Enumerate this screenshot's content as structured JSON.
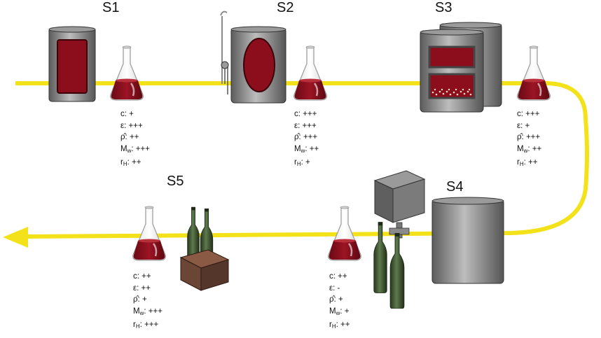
{
  "stages": [
    {
      "id": "S1",
      "label": "S1",
      "props": {
        "c": "+",
        "e": "+++",
        "rho": "++",
        "mw": "+++",
        "rh": "++"
      }
    },
    {
      "id": "S2",
      "label": "S2",
      "props": {
        "c": "+++",
        "e": "+++",
        "rho": "+++",
        "mw": "++",
        "rh": "+"
      }
    },
    {
      "id": "S3",
      "label": "S3",
      "props": {
        "c": "+++",
        "e": "+",
        "rho": "+++",
        "mw": "++",
        "rh": "++"
      }
    },
    {
      "id": "S4",
      "label": "S4",
      "props": {
        "c": "++",
        "e": "-",
        "rho": "+",
        "mw": "+",
        "rh": "++"
      }
    },
    {
      "id": "S5",
      "label": "S5",
      "props": {
        "c": "++",
        "e": "++",
        "rho": "+",
        "mw": "+++",
        "rh": "+++"
      }
    }
  ],
  "symbols": {
    "c": "c",
    "e": "ε",
    "rho": "ρ̂",
    "m": "M",
    "w": "w",
    "r": "r",
    "h": "H"
  },
  "colors": {
    "flow": "#f3e21a",
    "wine": "#8c0d1c",
    "steel": "#8a8a8a",
    "bottle": "#3f5a32",
    "crate": "#6b4535"
  }
}
